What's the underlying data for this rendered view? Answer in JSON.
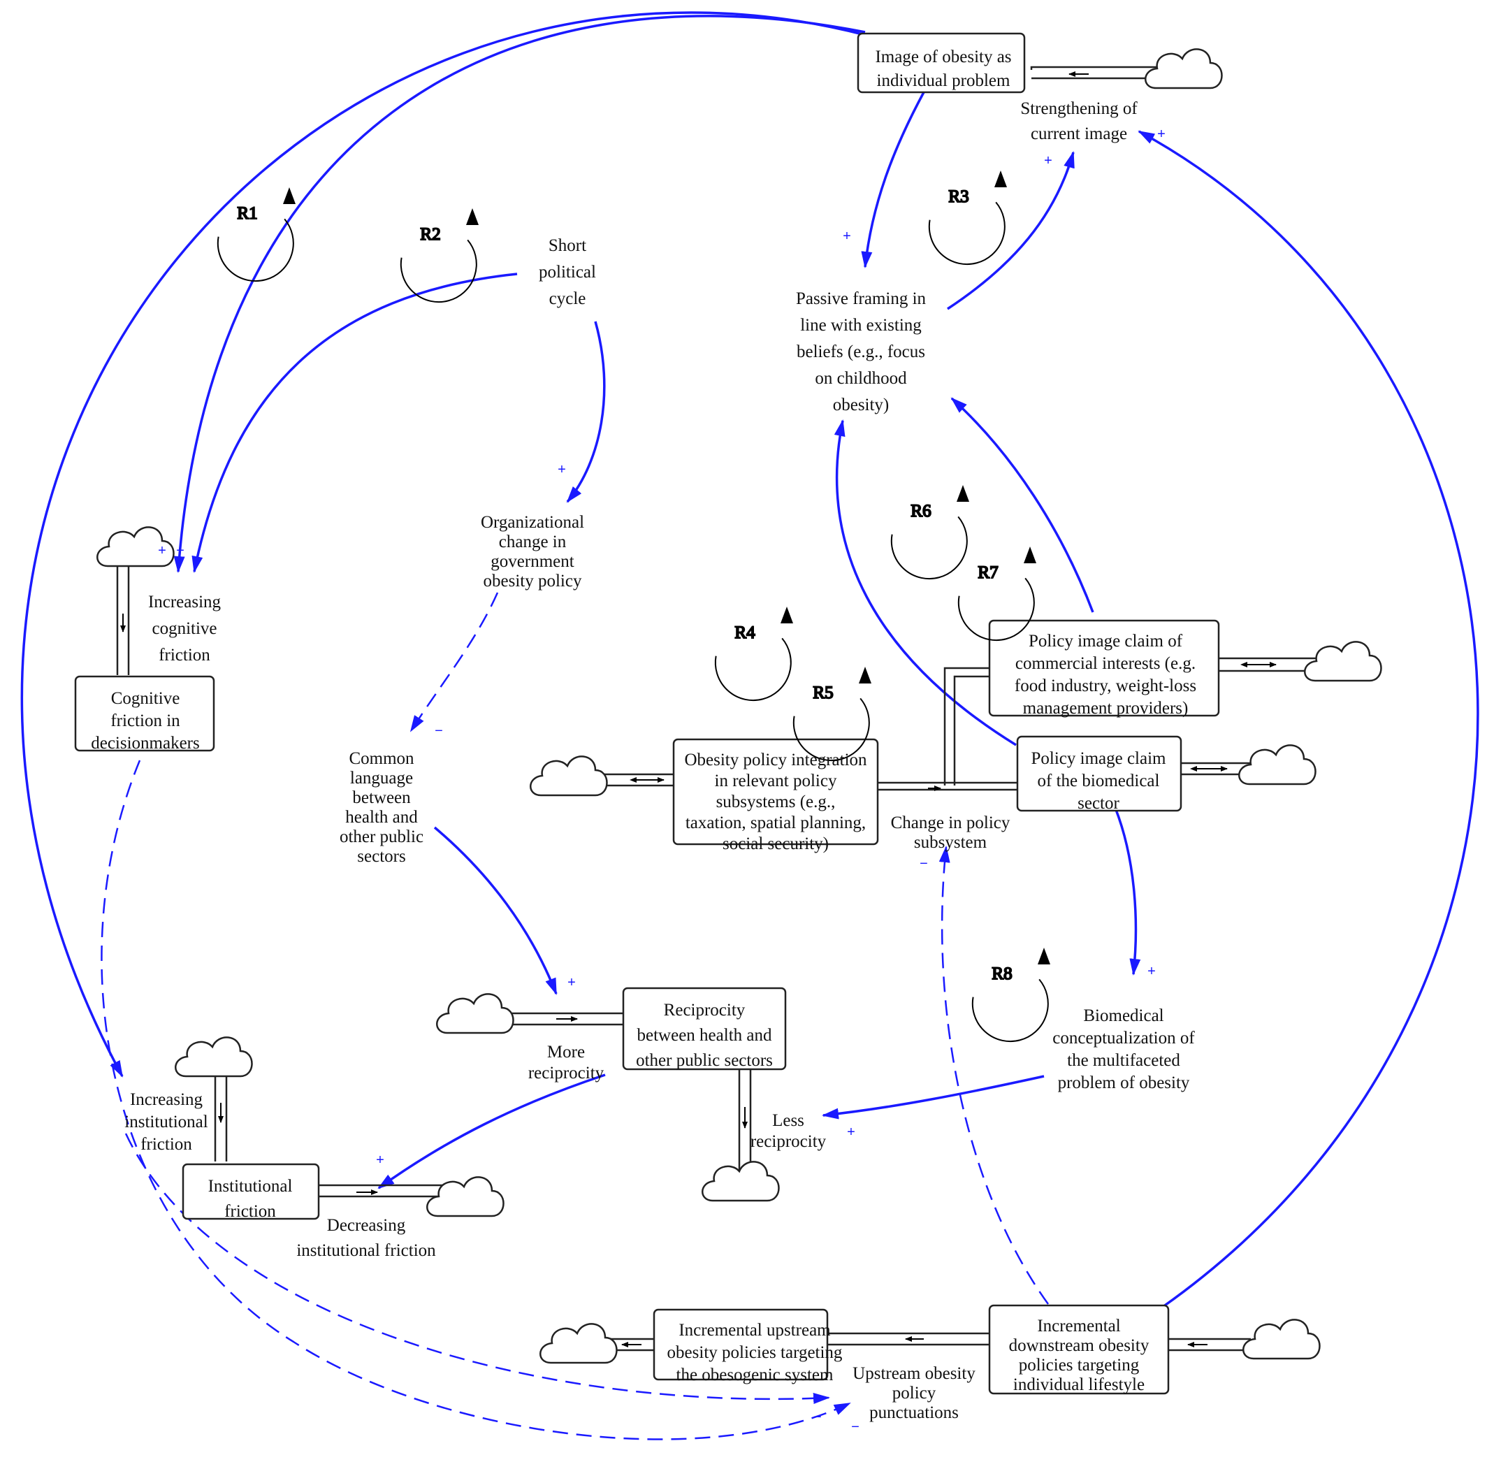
{
  "stocks": {
    "image_individual": [
      "Image of obesity as",
      "individual problem"
    ],
    "cognitive_friction": [
      "Cognitive",
      "friction in",
      "decisionmakers"
    ],
    "institutional_friction": [
      "Institutional",
      "friction"
    ],
    "reciprocity": [
      "Reciprocity",
      "between health and",
      "other public sectors"
    ],
    "policy_integration": [
      "Obesity policy integration",
      "in relevant policy",
      "subsystems (e.g.,",
      "taxation, spatial planning,",
      "social security)"
    ],
    "commercial_claim": [
      "Policy image claim of",
      "commercial interests (e.g.",
      "food industry, weight-loss",
      "management providers)"
    ],
    "biomedical_claim": [
      "Policy image claim",
      "of the biomedical",
      "sector"
    ],
    "upstream_policies": [
      "Incremental upstream",
      "obesity policies targeting",
      "the obesogenic system"
    ],
    "downstream_policies": [
      "Incremental",
      "downstream obesity",
      "policies targeting",
      "individual lifestyle"
    ]
  },
  "flows": {
    "strengthening": [
      "Strengthening of",
      "current image"
    ],
    "increasing_cognitive": [
      "Increasing",
      "cognitive",
      "friction"
    ],
    "increasing_institutional": [
      "Increasing",
      "institutional",
      "friction"
    ],
    "decreasing_institutional": [
      "Decreasing",
      "institutional friction"
    ],
    "more_reciprocity": [
      "More",
      "reciprocity"
    ],
    "less_reciprocity": [
      "Less",
      "reciprocity"
    ],
    "change_policy_subsystem": [
      "Change in policy",
      "subsystem"
    ],
    "upstream_punctuations": [
      "Upstream obesity",
      "policy",
      "punctuations"
    ]
  },
  "variables": {
    "short_political_cycle": [
      "Short",
      "political",
      "cycle"
    ],
    "passive_framing": [
      "Passive framing in",
      "line with existing",
      "beliefs (e.g., focus",
      "on childhood",
      "obesity)"
    ],
    "organizational_change": [
      "Organizational",
      "change in",
      "government",
      "obesity policy"
    ],
    "common_language": [
      "Common",
      "language",
      "between",
      "health and",
      "other public",
      "sectors"
    ],
    "biomedical_conceptualization": [
      "Biomedical",
      "conceptualization of",
      "the multifaceted",
      "problem of obesity"
    ]
  },
  "loops": [
    "R1",
    "R2",
    "R3",
    "R4",
    "R5",
    "R6",
    "R7",
    "R8"
  ],
  "polarity": {
    "positive": "+",
    "negative": "−"
  },
  "colors": {
    "link": "#1a1aff",
    "stock_border": "#222222",
    "text": "#111111"
  }
}
